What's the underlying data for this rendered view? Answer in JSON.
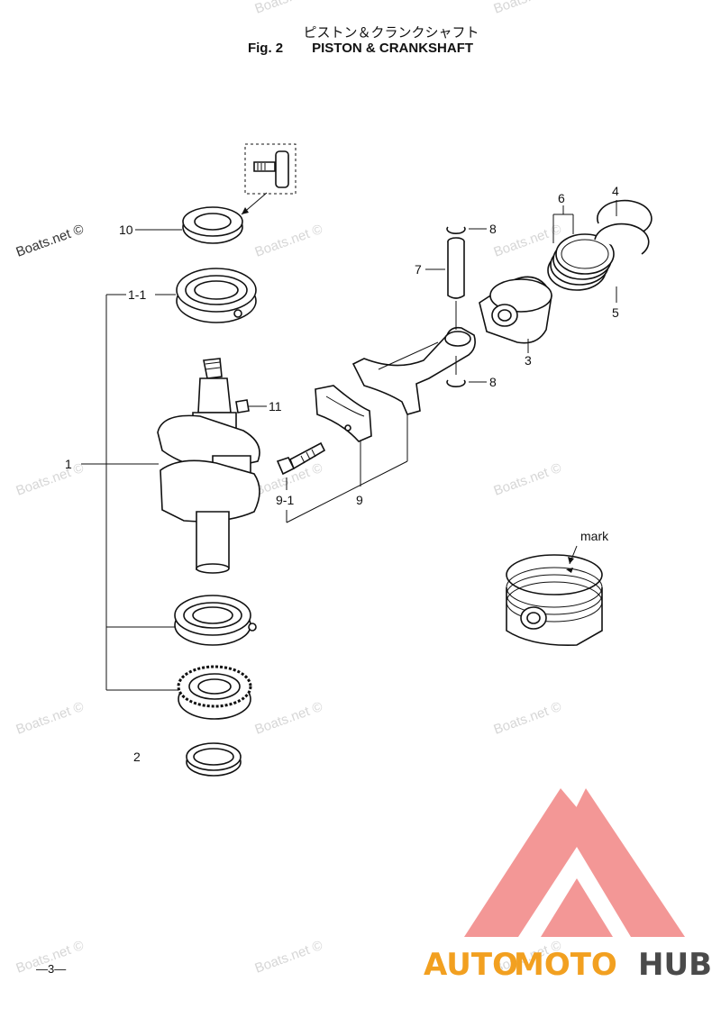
{
  "header": {
    "title_jp": "ピストン＆クランクシャフト",
    "fig_label": "Fig. 2",
    "title_en": "PISTON & CRANKSHAFT"
  },
  "callouts": {
    "c1": "1",
    "c1_1": "1-1",
    "c2": "2",
    "c3": "3",
    "c4": "4",
    "c5": "5",
    "c6": "6",
    "c7": "7",
    "c8_top": "8",
    "c8_bottom": "8",
    "c9": "9",
    "c9_1": "9-1",
    "c10": "10",
    "c11": "11",
    "mark": "mark"
  },
  "watermark": {
    "text": "Boats.net ©"
  },
  "brand": {
    "part1": "AUTO",
    "part2": "MOTO",
    "part3": "HUB",
    "color_red": "#e8322f",
    "color_orange": "#f2a020",
    "color_grey": "#4a4a4a"
  },
  "footer": {
    "page_number": "—3—"
  }
}
